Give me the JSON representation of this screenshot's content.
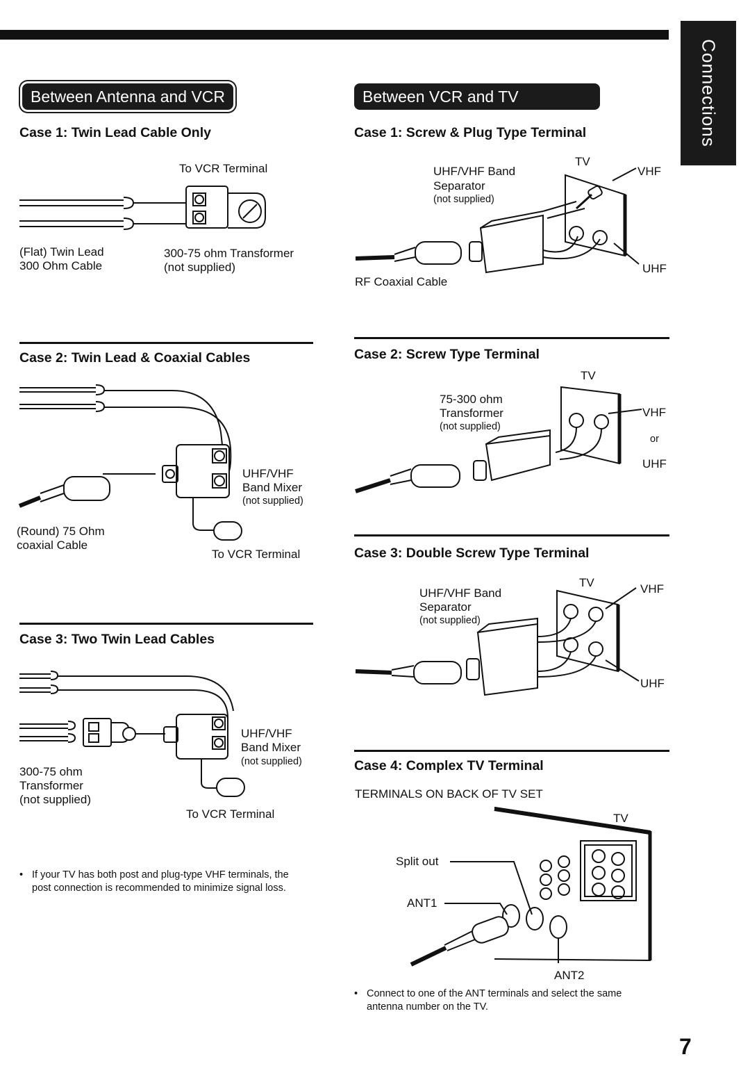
{
  "side_tab": "Connections",
  "page_number": "7",
  "left": {
    "header": "Between Antenna and VCR",
    "case1": {
      "title": "Case 1: Twin Lead Cable Only",
      "to_vcr": "To VCR Terminal",
      "flat_line1": "(Flat) Twin Lead",
      "flat_line2": "300 Ohm Cable",
      "xf_line1": "300-75 ohm Transformer",
      "xf_line2": "(not supplied)"
    },
    "case2": {
      "title": "Case 2: Twin Lead & Coaxial Cables",
      "mixer_line1": "UHF/VHF",
      "mixer_line2": "Band Mixer",
      "mixer_note": "(not supplied)",
      "round_line1": "(Round) 75 Ohm",
      "round_line2": "coaxial Cable",
      "to_vcr": "To VCR Terminal"
    },
    "case3": {
      "title": "Case 3: Two Twin Lead Cables",
      "mixer_line1": "UHF/VHF",
      "mixer_line2": "Band Mixer",
      "mixer_note": "(not supplied)",
      "xf_line1": "300-75 ohm",
      "xf_line2": "Transformer",
      "xf_line3": "(not supplied)",
      "to_vcr": "To VCR Terminal"
    },
    "note": "If your TV has both post and plug-type VHF terminals, the post connection is recommended to minimize signal loss."
  },
  "right": {
    "header": "Between VCR and TV",
    "case1": {
      "title": "Case 1: Screw & Plug Type Terminal",
      "sep_line1": "UHF/VHF Band",
      "sep_line2": "Separator",
      "sep_note": "(not supplied)",
      "tv": "TV",
      "vhf": "VHF",
      "uhf": "UHF",
      "rf": "RF Coaxial Cable"
    },
    "case2": {
      "title": "Case 2: Screw Type Terminal",
      "tv": "TV",
      "xf_line1": "75-300 ohm",
      "xf_line2": "Transformer",
      "xf_note": "(not supplied)",
      "vhf": "VHF",
      "or": "or",
      "uhf": "UHF"
    },
    "case3": {
      "title": "Case 3: Double Screw Type Terminal",
      "sep_line1": "UHF/VHF Band",
      "sep_line2": "Separator",
      "sep_note": "(not supplied)",
      "tv": "TV",
      "vhf": "VHF",
      "uhf": "UHF"
    },
    "case4": {
      "title": "Case 4: Complex TV Terminal",
      "subtitle": "TERMINALS ON BACK OF TV SET",
      "tv": "TV",
      "split_out": "Split out",
      "ant1": "ANT1",
      "ant2": "ANT2"
    },
    "note": "Connect to one of the ANT terminals and select the same antenna number on the TV."
  }
}
